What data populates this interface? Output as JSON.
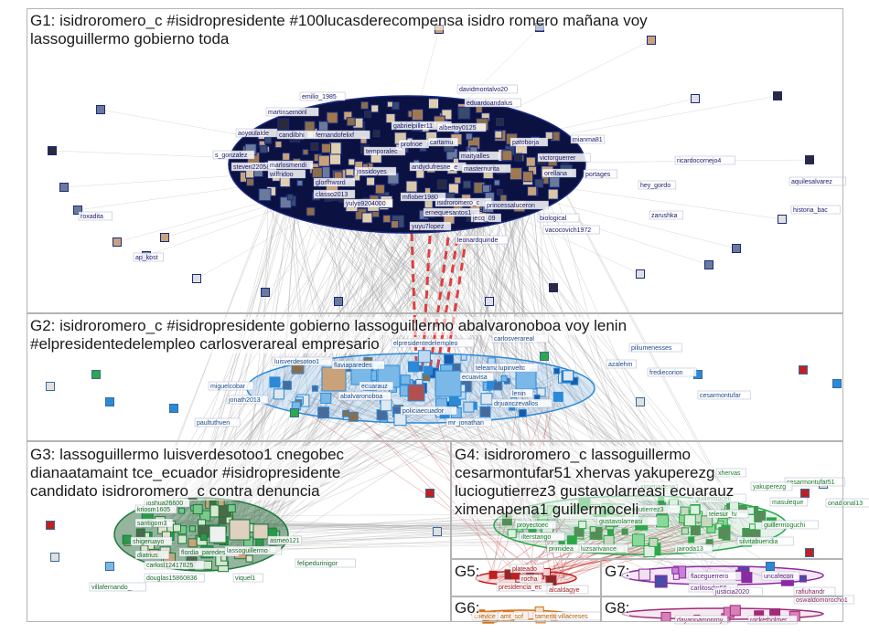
{
  "groups": [
    {
      "id": "G1",
      "label_lines": [
        "G1: isidroromero_c #isidropresidente #100lucasderecompensa isidro romero mañana voy",
        "lassoguillermo gobierno toda"
      ]
    },
    {
      "id": "G2",
      "label_lines": [
        "G2: isidroromero_c #isidropresidente gobierno lassoguillermo abalvaronoboa voy lenin",
        "#elpresidentedelempleo carlosverareal empresario"
      ]
    },
    {
      "id": "G3",
      "label_lines": [
        "G3: lassoguillermo luisverdesotoo1 cnegobec",
        "dianaatamaint tce_ecuador #isidropresidente",
        "candidato isidroromero_c contra denuncia"
      ]
    },
    {
      "id": "G4",
      "label_lines": [
        "G4: isidroromero_c lassoguillermo",
        "cesarmontufar51 xhervas yakuperezg",
        "luciogutierrez3 gustavolarreasi ecuarauz",
        "ximenapena1 guillermoceli"
      ]
    },
    {
      "id": "G5",
      "label_lines": [
        "G5:"
      ]
    },
    {
      "id": "G6",
      "label_lines": [
        "G6:"
      ]
    },
    {
      "id": "G7",
      "label_lines": [
        "G7:"
      ]
    },
    {
      "id": "G8",
      "label_lines": [
        "G8:"
      ]
    }
  ],
  "node_labels": {
    "G1": [
      "isidroromero_c",
      "davidmontalvo20",
      "emilio_1985",
      "martinsernonl",
      "eduardoandalus",
      "aoyoulalde",
      "candilbhi",
      "fernandofelixf",
      "gabrielpiller11",
      "albertoy0125",
      "patoborja",
      "mianma81",
      "s_gonzalez",
      "steven22058",
      "marlosmendi",
      "temporalec",
      "profnoe",
      "cartamu",
      "maityalles",
      "victorguerrer",
      "jossidoyes",
      "andydufresne_e",
      "masternurita",
      "orellana",
      "portages",
      "ricardocornejo4",
      "aquilesalvarez",
      "wilfridoo",
      "glorfhword",
      "classo2013",
      "yulyo9204000",
      "mflober1980",
      "ernequesantos1",
      "princessaluceron",
      "jecq_09",
      "biological",
      "hey_gordo",
      "zarushka",
      "yuyu7lopez",
      "leonardquinde",
      "vacocovich1972",
      "historia_bac",
      "roxadita",
      "ap_kost"
    ],
    "G2": [
      "abalvaronoboa",
      "elpresidentedelempleo",
      "carlosverareal",
      "luisverdesotoo1",
      "miguelcobar",
      "jonath2013",
      "paultuthven",
      "lenin",
      "cesarmontufar",
      "frediecorion",
      "azalehm",
      "ecuarauz",
      "policiaecuador",
      "ecuavisa",
      "teleamazonasec",
      "mr_jonathan",
      "drjuanczevallos",
      "piliumenesses",
      "lupinveltc",
      "flaviaparedes"
    ],
    "G3": [
      "joshua26600",
      "santigom3",
      "shigeruayo",
      "diatrius",
      "carlosl12417825",
      "douglas15860836",
      "flordia_paredes",
      "viquel1",
      "felipedurinigor",
      "asmeo121",
      "lassoguillermo",
      "villafernando_",
      "kriosm1605"
    ],
    "G4": [
      "proyectoec",
      "ilterstango",
      "primidea",
      "luzsarivance",
      "jairoda13",
      "silvitabuendia",
      "telesur_tv",
      "guillermoceli",
      "ximenapena1",
      "luciogutierrez3",
      "gustavolarreasi",
      "cesarmontufar51",
      "xhervas",
      "yakuperezg",
      "masuleque",
      "onadional13",
      "guillermoguchi"
    ],
    "G5": [
      "presidencia_ec",
      "alcaldagye",
      "plateado",
      "rocha"
    ],
    "G6": [
      "cnevice",
      "amt_sof",
      "tamerito",
      "villacreses"
    ],
    "G7": [
      "flaceguerrero",
      "uncafecon",
      "carlitosdm56",
      "justicia2020"
    ],
    "G8": [
      "dayannamonroy",
      "rocketholmer",
      "rafiuhandr",
      "oswaldomorocho1"
    ]
  }
}
